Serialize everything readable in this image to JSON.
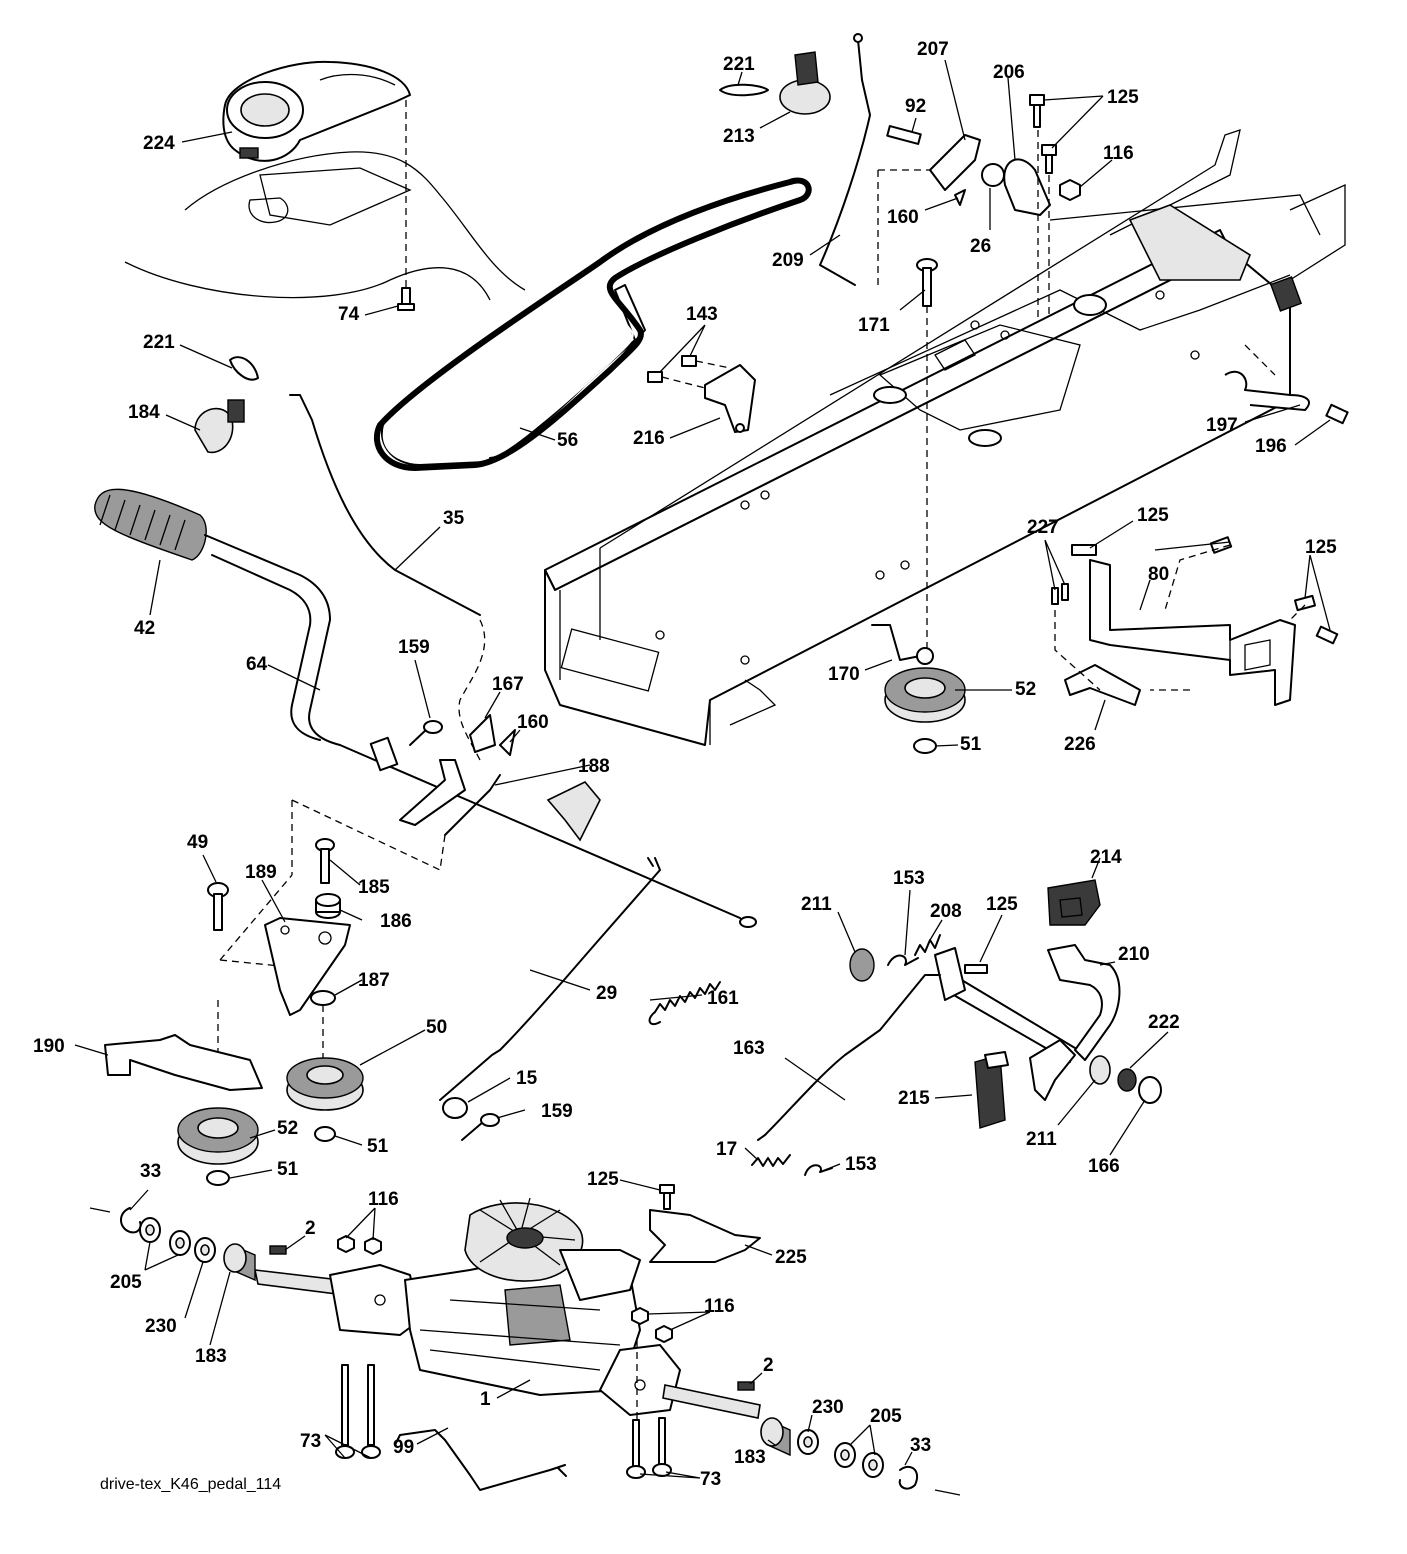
{
  "caption": "drive-tex_K46_pedal_114",
  "callouts": [
    {
      "text": "221"
    },
    {
      "text": "213"
    },
    {
      "text": "224"
    },
    {
      "text": "74"
    },
    {
      "text": "221"
    },
    {
      "text": "184"
    },
    {
      "text": "42"
    },
    {
      "text": "64"
    },
    {
      "text": "35"
    },
    {
      "text": "56"
    },
    {
      "text": "143"
    },
    {
      "text": "216"
    },
    {
      "text": "207"
    },
    {
      "text": "92"
    },
    {
      "text": "206"
    },
    {
      "text": "125"
    },
    {
      "text": "125"
    },
    {
      "text": "116"
    },
    {
      "text": "160"
    },
    {
      "text": "26"
    },
    {
      "text": "209"
    },
    {
      "text": "171"
    },
    {
      "text": "197"
    },
    {
      "text": "196"
    },
    {
      "text": "227"
    },
    {
      "text": "125"
    },
    {
      "text": "125"
    },
    {
      "text": "80"
    },
    {
      "text": "226"
    },
    {
      "text": "170"
    },
    {
      "text": "52"
    },
    {
      "text": "51"
    },
    {
      "text": "159"
    },
    {
      "text": "167"
    },
    {
      "text": "160"
    },
    {
      "text": "188"
    },
    {
      "text": "49"
    },
    {
      "text": "189"
    },
    {
      "text": "185"
    },
    {
      "text": "186"
    },
    {
      "text": "187"
    },
    {
      "text": "190"
    },
    {
      "text": "50"
    },
    {
      "text": "52"
    },
    {
      "text": "51"
    },
    {
      "text": "51"
    },
    {
      "text": "29"
    },
    {
      "text": "161"
    },
    {
      "text": "15"
    },
    {
      "text": "159"
    },
    {
      "text": "211"
    },
    {
      "text": "153"
    },
    {
      "text": "208"
    },
    {
      "text": "125"
    },
    {
      "text": "214"
    },
    {
      "text": "210"
    },
    {
      "text": "222"
    },
    {
      "text": "163"
    },
    {
      "text": "215"
    },
    {
      "text": "211"
    },
    {
      "text": "166"
    },
    {
      "text": "17"
    },
    {
      "text": "153"
    },
    {
      "text": "125"
    },
    {
      "text": "225"
    },
    {
      "text": "33"
    },
    {
      "text": "205"
    },
    {
      "text": "230"
    },
    {
      "text": "183"
    },
    {
      "text": "2"
    },
    {
      "text": "116"
    },
    {
      "text": "116"
    },
    {
      "text": "1"
    },
    {
      "text": "73"
    },
    {
      "text": "2"
    },
    {
      "text": "230"
    },
    {
      "text": "205"
    },
    {
      "text": "33"
    },
    {
      "text": "183"
    },
    {
      "text": "99"
    },
    {
      "text": "73"
    }
  ]
}
